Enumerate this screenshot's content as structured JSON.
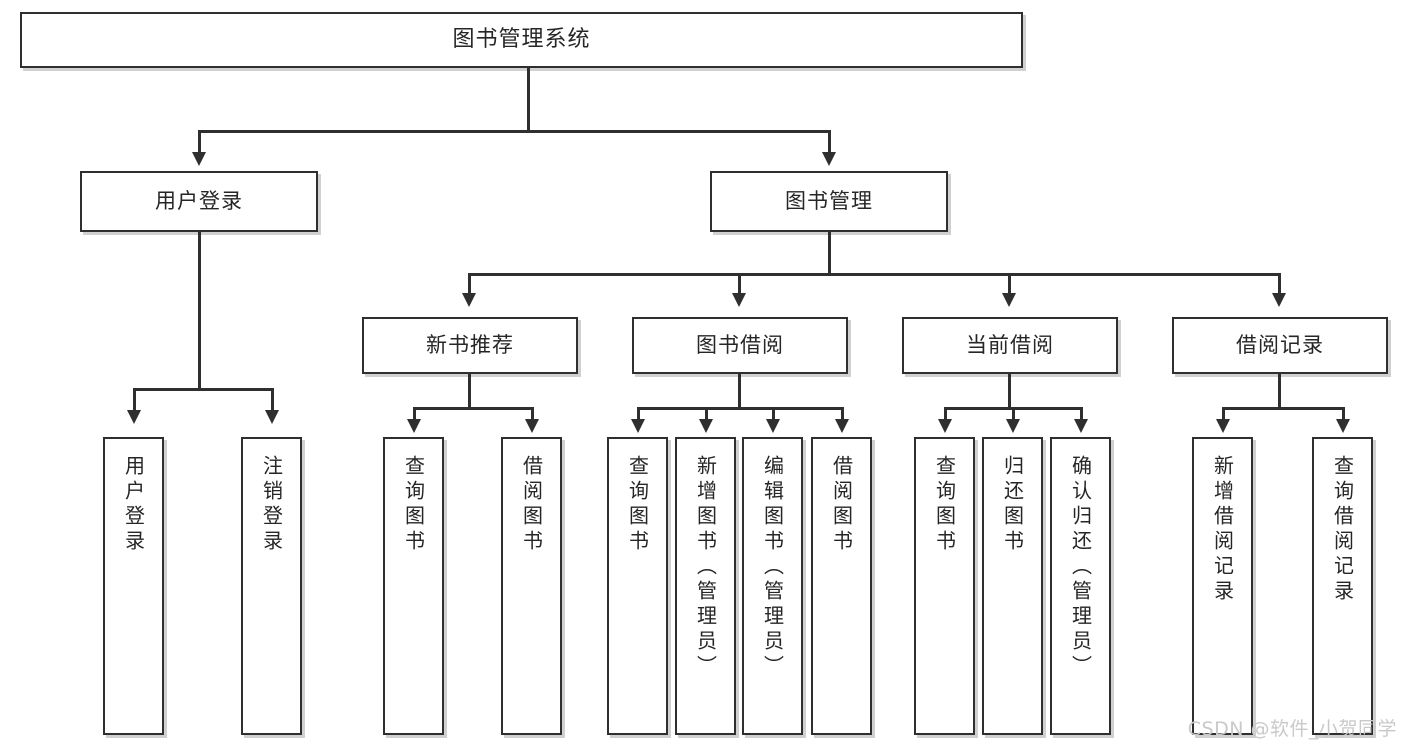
{
  "diagram": {
    "title": "图书管理系统",
    "watermark": "CSDN @软件_小贺同学",
    "style": {
      "border_color": "#2f2f2f",
      "fill_color": "#ffffff",
      "text_color": "#262626",
      "shadow_color": "#aaaaaa",
      "watermark_color": "#c9c9c9",
      "background": "#ffffff"
    },
    "nodes": {
      "root": {
        "label": "图书管理系统"
      },
      "level2": [
        {
          "label": "用户登录"
        },
        {
          "label": "图书管理"
        }
      ],
      "level3": [
        {
          "label": "新书推荐"
        },
        {
          "label": "图书借阅"
        },
        {
          "label": "当前借阅"
        },
        {
          "label": "借阅记录"
        }
      ],
      "leaves_user_login": [
        {
          "label": "用户登录"
        },
        {
          "label": "注销登录"
        }
      ],
      "leaves_new_books": [
        {
          "label": "查询图书"
        },
        {
          "label": "借阅图书"
        }
      ],
      "leaves_borrow": [
        {
          "label": "查询图书"
        },
        {
          "label": "新增图书（管理员）"
        },
        {
          "label": "编辑图书（管理员）"
        },
        {
          "label": "借阅图书"
        }
      ],
      "leaves_current": [
        {
          "label": "查询图书"
        },
        {
          "label": "归还图书"
        },
        {
          "label": "确认归还（管理员）"
        }
      ],
      "leaves_records": [
        {
          "label": "新增借阅记录"
        },
        {
          "label": "查询借阅记录"
        }
      ]
    }
  }
}
